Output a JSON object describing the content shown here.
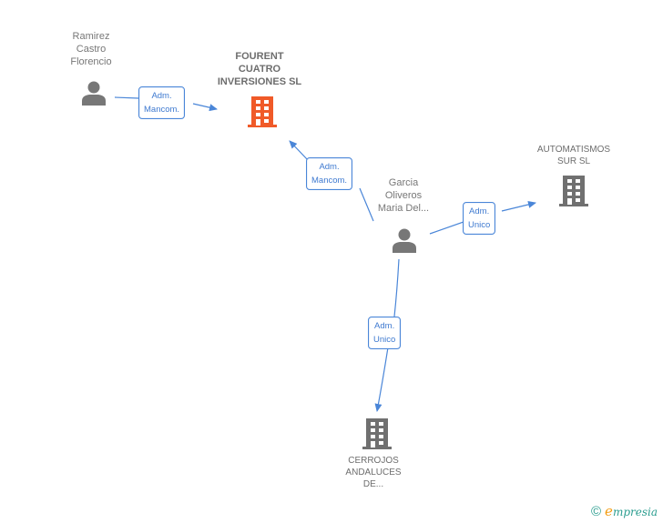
{
  "colors": {
    "edge": "#4a86d8",
    "person_icon": "#777777",
    "company_icon": "#707070",
    "main_company_icon": "#f05a28",
    "label_text": "#777777"
  },
  "nodes": {
    "ramirez": {
      "label": "Ramirez\nCastro\nFlorencio",
      "type": "person",
      "icon": "person-icon"
    },
    "fourent": {
      "label": "FOURENT\nCUATRO\nINVERSIONES SL",
      "type": "company-main",
      "icon": "building-icon"
    },
    "garcia": {
      "label": "Garcia\nOliveros\nMaria Del...",
      "type": "person",
      "icon": "person-icon"
    },
    "automatismos": {
      "label": "AUTOMATISMOS\nSUR SL",
      "type": "company",
      "icon": "building-icon"
    },
    "cerrojos": {
      "label": "CERROJOS\nANDALUCES\nDE...",
      "type": "company",
      "icon": "building-icon"
    }
  },
  "edges": [
    {
      "from": "ramirez",
      "to": "fourent",
      "label": "Adm.\nMancom."
    },
    {
      "from": "garcia",
      "to": "fourent",
      "label": "Adm.\nMancom."
    },
    {
      "from": "garcia",
      "to": "automatismos",
      "label": "Adm.\nUnico"
    },
    {
      "from": "garcia",
      "to": "cerrojos",
      "label": "Adm.\nUnico"
    }
  ],
  "footer": {
    "copyright_symbol": "©",
    "brand_initial": "e",
    "brand_rest": "mpresia"
  }
}
